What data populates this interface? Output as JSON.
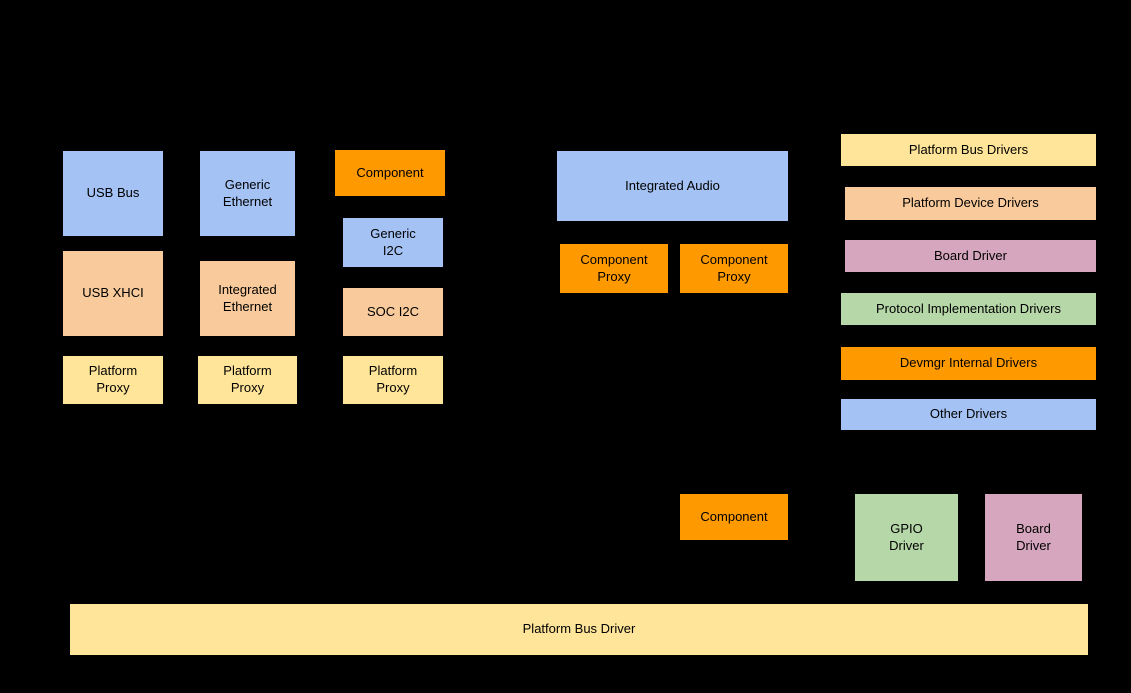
{
  "diagram": {
    "background": "#000000",
    "palette": {
      "blue": "#a4c2f4",
      "orange": "#ff9900",
      "peach": "#f9cb9c",
      "yellow": "#ffe599",
      "pink": "#d5a6bd",
      "green": "#b6d7a8"
    },
    "boxes": [
      {
        "label": "USB Bus",
        "color": "blue"
      },
      {
        "label": "Generic\nEthernet",
        "color": "blue"
      },
      {
        "label": "Component",
        "color": "orange"
      },
      {
        "label": "Generic\nI2C",
        "color": "blue"
      },
      {
        "label": "USB XHCI",
        "color": "peach"
      },
      {
        "label": "Integrated\nEthernet",
        "color": "peach"
      },
      {
        "label": "SOC I2C",
        "color": "peach"
      },
      {
        "label": "Platform\nProxy",
        "color": "yellow"
      },
      {
        "label": "Platform\nProxy",
        "color": "yellow"
      },
      {
        "label": "Platform\nProxy",
        "color": "yellow"
      },
      {
        "label": "Integrated Audio",
        "color": "blue"
      },
      {
        "label": "Component\nProxy",
        "color": "orange"
      },
      {
        "label": "Component\nProxy",
        "color": "orange"
      },
      {
        "label": "Platform Bus Drivers",
        "color": "yellow"
      },
      {
        "label": "Platform Device Drivers",
        "color": "peach"
      },
      {
        "label": "Board Driver",
        "color": "pink"
      },
      {
        "label": "Protocol Implementation Drivers",
        "color": "green"
      },
      {
        "label": "Devmgr Internal Drivers",
        "color": "orange"
      },
      {
        "label": "Other Drivers",
        "color": "blue"
      },
      {
        "label": "Component",
        "color": "orange"
      },
      {
        "label": "GPIO\nDriver",
        "color": "green"
      },
      {
        "label": "Board\nDriver",
        "color": "pink"
      },
      {
        "label": "Platform Bus Driver",
        "color": "yellow"
      }
    ]
  }
}
